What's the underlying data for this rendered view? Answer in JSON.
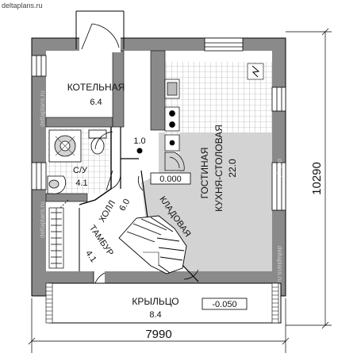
{
  "watermark": {
    "site": "deltaplans.ru"
  },
  "rooms": {
    "boiler": {
      "name": "КОТЕЛЬНАЯ",
      "area": "6.4"
    },
    "bathroom": {
      "name": "С/У",
      "area": "4.1"
    },
    "closet_area": "1.0",
    "hall": {
      "name": "ХОЛЛ",
      "area": "6.0"
    },
    "storage": {
      "name": "КЛАДОВАЯ"
    },
    "vestibule": {
      "name": "ТАМБУР",
      "area": "4.1"
    },
    "living": {
      "name_line1": "ГОСТИНАЯ",
      "name_line2": "КУХНЯ-СТОЛОВАЯ",
      "area": "22.0"
    },
    "porch": {
      "name": "КРЫЛЬЦО",
      "area": "8.4"
    }
  },
  "levels": {
    "floor": "0.000",
    "porch": "-0.050"
  },
  "dimensions": {
    "width": "7990",
    "depth": "10290"
  },
  "colors": {
    "wall": "#8a8a8a",
    "living_fill": "#d3d3d3",
    "line": "#000000"
  }
}
